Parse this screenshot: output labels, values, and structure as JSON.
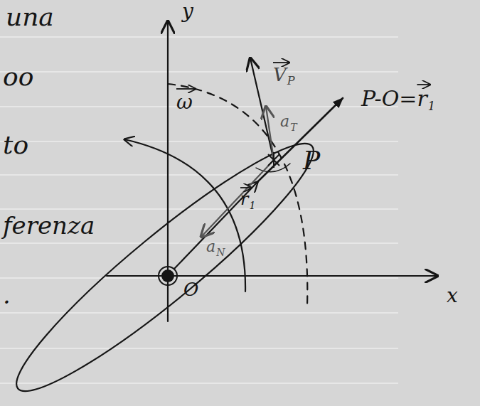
{
  "diagram": {
    "labels": [
      "una",
      "oo",
      "to",
      "ferenza",
      ".",
      "y",
      "x",
      "ω",
      "V",
      "P",
      "a",
      "T",
      "a",
      "N",
      "r",
      "1",
      "P",
      "P-O=r",
      "1",
      "O"
    ]
  }
}
